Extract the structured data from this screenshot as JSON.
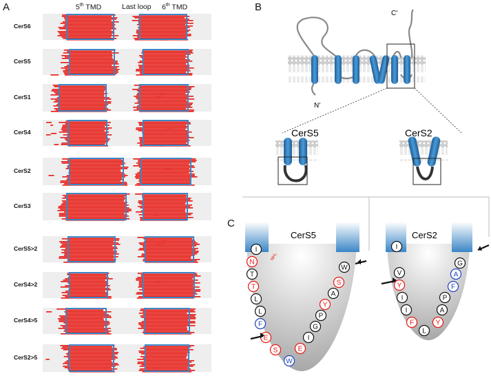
{
  "panels": {
    "a": "A",
    "b": "B",
    "c": "C"
  },
  "panel_a": {
    "header_tmd5_num": "5",
    "header_tmd5_sup": "th",
    "header_tmd5_text": " TMD",
    "header_loop": "Last loop",
    "header_tmd6_num": "6",
    "header_tmd6_sup": "th",
    "header_tmd6_text": " TMD",
    "rows": [
      "CerS6",
      "CerS5",
      "CerS1",
      "CerS4",
      "CerS2",
      "CerS3",
      "CerS5>2",
      "CerS4>2",
      "CerS4>5",
      "CerS2>5"
    ]
  },
  "panel_b": {
    "c_term": "C′",
    "n_term": "N′",
    "inset_left": "CerS5",
    "inset_right": "CerS2"
  },
  "panel_c": {
    "left_title": "CerS5",
    "right_title": "CerS2",
    "nh2": "NH₂",
    "left_residues": [
      "I",
      "N",
      "T",
      "T",
      "L",
      "L",
      "F",
      "E",
      "S",
      "W",
      "E",
      "I",
      "G",
      "P",
      "Y",
      "A",
      "S",
      "W"
    ],
    "right_residues": [
      "I",
      "V",
      "Y",
      "I",
      "I",
      "F",
      "L",
      "Y",
      "A",
      "P",
      "F",
      "A",
      "G"
    ]
  },
  "colors": {
    "red": "#e8150f",
    "blue": "#3b86c6",
    "dark_blue": "#1f5f9a",
    "grey_row": "#eeeeee"
  }
}
